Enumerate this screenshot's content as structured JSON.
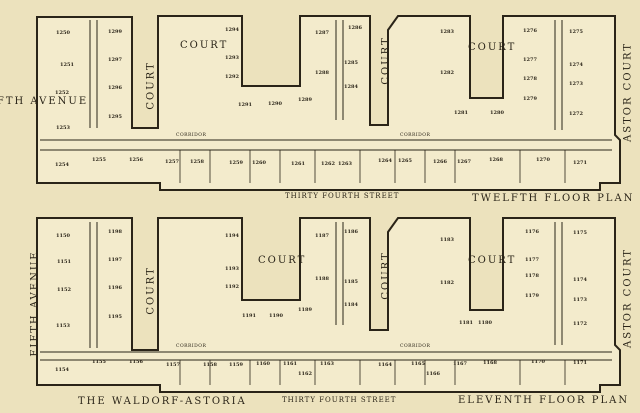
{
  "twelfth": {
    "title": "TWELFTH FLOOR PLAN",
    "street": "THIRTY FOURTH STREET",
    "fifth_avenue": "FIFTH AVENUE",
    "astor_court": "ASTOR COURT",
    "court": "COURT",
    "corridor": "CORRIDOR",
    "rooms": [
      "1250",
      "1299",
      "1251",
      "1297",
      "1252",
      "1296",
      "1253",
      "1295",
      "1254",
      "1255",
      "1256",
      "1257",
      "1258",
      "1259",
      "1260",
      "1261",
      "1262",
      "1263",
      "1264",
      "1265",
      "1266",
      "1267",
      "1268",
      "1270",
      "1271",
      "1272",
      "1273",
      "1274",
      "1275",
      "1276",
      "1277",
      "1278",
      "1279",
      "1280",
      "1281",
      "1282",
      "1283",
      "1284",
      "1285",
      "1286",
      "1287",
      "1288",
      "1289",
      "1290",
      "1291",
      "1292",
      "1293",
      "1294"
    ]
  },
  "eleventh": {
    "title": "ELEVENTH FLOOR PLAN",
    "street": "THIRTY FOURTH STREET",
    "fifth_avenue": "FIFTH AVENUE",
    "astor_court": "ASTOR COURT",
    "court": "COURT",
    "corridor": "CORRIDOR",
    "hotel_name": "THE WALDORF-ASTORIA",
    "rooms": [
      "1150",
      "1198",
      "1151",
      "1197",
      "1152",
      "1196",
      "1153",
      "1195",
      "1154",
      "1155",
      "1156",
      "1157",
      "1158",
      "1159",
      "1160",
      "1161",
      "1162",
      "1163",
      "1164",
      "1165",
      "1166",
      "1167",
      "1168",
      "1170",
      "1171",
      "1172",
      "1173",
      "1174",
      "1175",
      "1176",
      "1177",
      "1178",
      "1179",
      "1180",
      "1181",
      "1182",
      "1183",
      "1184",
      "1185",
      "1186",
      "1187",
      "1188",
      "1189",
      "1190",
      "1191",
      "1192",
      "1193",
      "1194"
    ]
  }
}
